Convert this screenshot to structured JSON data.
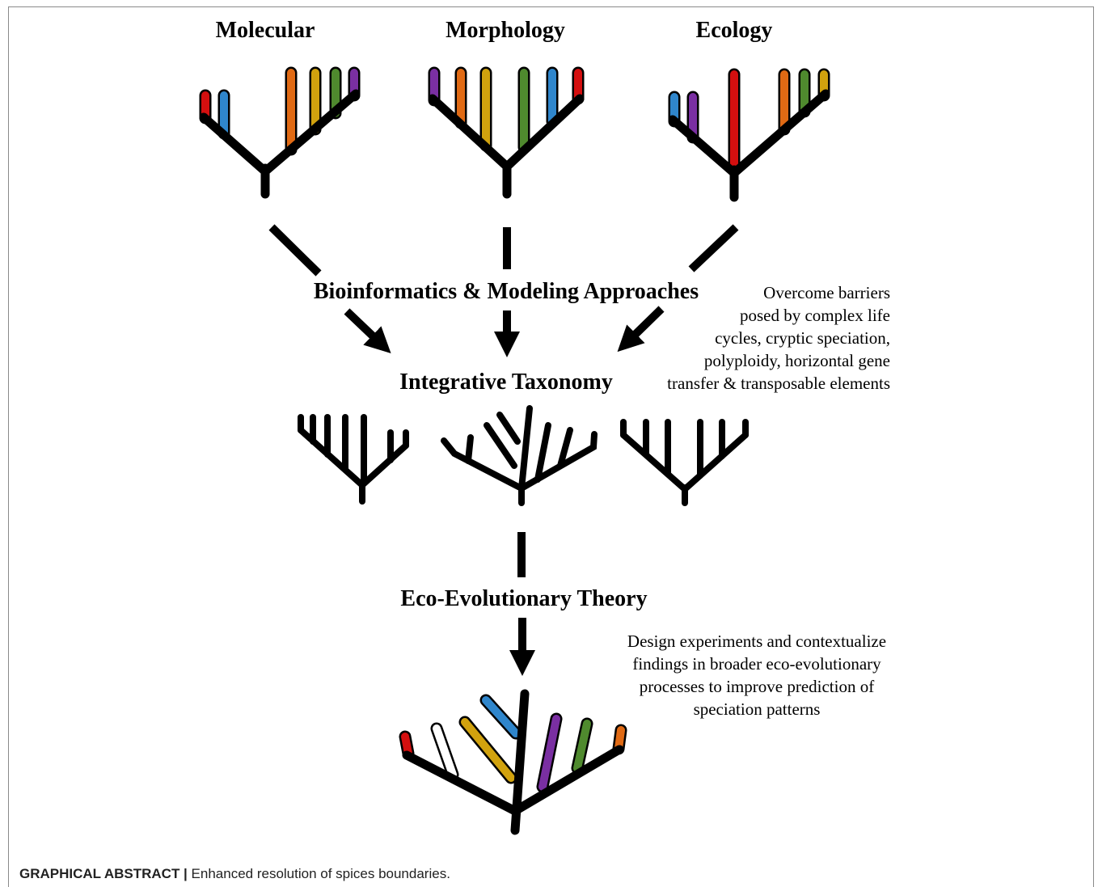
{
  "headings": {
    "molecular": "Molecular",
    "morphology": "Morphology",
    "ecology": "Ecology",
    "bioinformatics": "Bioinformatics & Modeling Approaches",
    "integrative": "Integrative Taxonomy",
    "eco_evolutionary": "Eco-Evolutionary Theory"
  },
  "notes": {
    "barriers": [
      "Overcome barriers",
      "posed by complex life",
      "cycles, cryptic speciation,",
      "polyploidy, horizontal gene",
      "transfer & transposable elements"
    ],
    "design": [
      "Design experiments and contextualize",
      "findings in broader eco-evolutionary",
      "processes to improve prediction of",
      "speciation patterns"
    ]
  },
  "caption": {
    "label": "GRAPHICAL ABSTRACT |",
    "text": " Enhanced resolution of spices boundaries."
  },
  "colors": {
    "red": "#d40f0f",
    "blue": "#2f86cc",
    "orange": "#e06a14",
    "yellow": "#d1a20e",
    "green": "#4f8a2e",
    "purple": "#7a2fa2",
    "white": "#ffffff",
    "ink": "#000000"
  }
}
